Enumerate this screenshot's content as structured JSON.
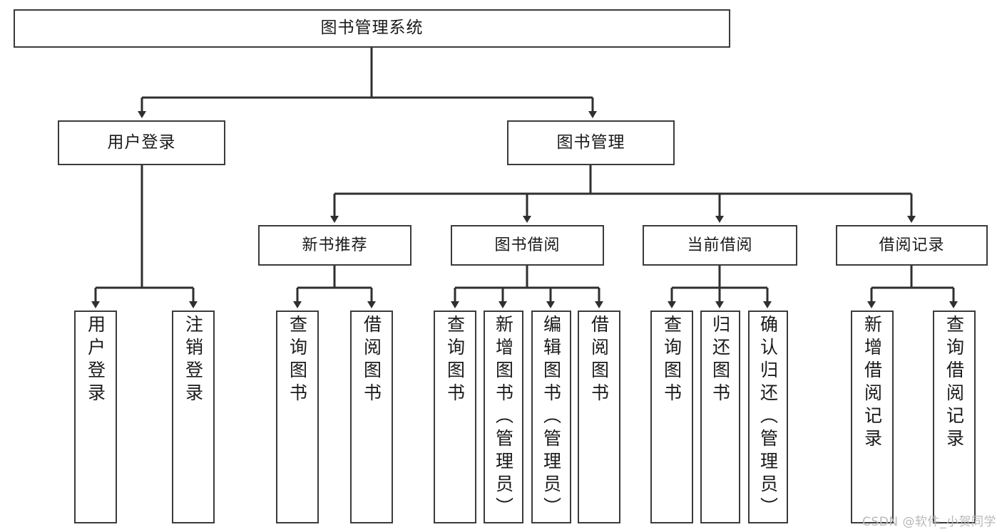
{
  "diagram": {
    "title": "图书管理系统",
    "type": "tree-hierarchy-diagram",
    "colors": {
      "box_border": "#3b3b3b",
      "box_fill": "#ffffff",
      "connector": "#2f2f2f",
      "text": "#1a1a1a",
      "watermark": "#b9b9b9",
      "background": "#ffffff"
    }
  },
  "root": {
    "label": "图书管理系统"
  },
  "level2": [
    {
      "label": "用户登录"
    },
    {
      "label": "图书管理"
    }
  ],
  "level3": [
    {
      "label": "新书推荐"
    },
    {
      "label": "图书借阅"
    },
    {
      "label": "当前借阅"
    },
    {
      "label": "借阅记录"
    }
  ],
  "leaves": {
    "user_login": [
      {
        "label": "用户登录"
      },
      {
        "label": "注销登录"
      }
    ],
    "new_book_recommend": [
      {
        "label": "查询图书"
      },
      {
        "label": "借阅图书"
      }
    ],
    "book_borrow": [
      {
        "label": "查询图书"
      },
      {
        "label": "新增图书（管理员）"
      },
      {
        "label": "编辑图书（管理员）"
      },
      {
        "label": "借阅图书"
      }
    ],
    "current_borrow": [
      {
        "label": "查询图书"
      },
      {
        "label": "归还图书"
      },
      {
        "label": "确认归还（管理员）"
      }
    ],
    "borrow_record": [
      {
        "label": "新增借阅记录"
      },
      {
        "label": "查询借阅记录"
      }
    ]
  },
  "watermark": {
    "text": "CSDN @软件_小贺同学"
  }
}
